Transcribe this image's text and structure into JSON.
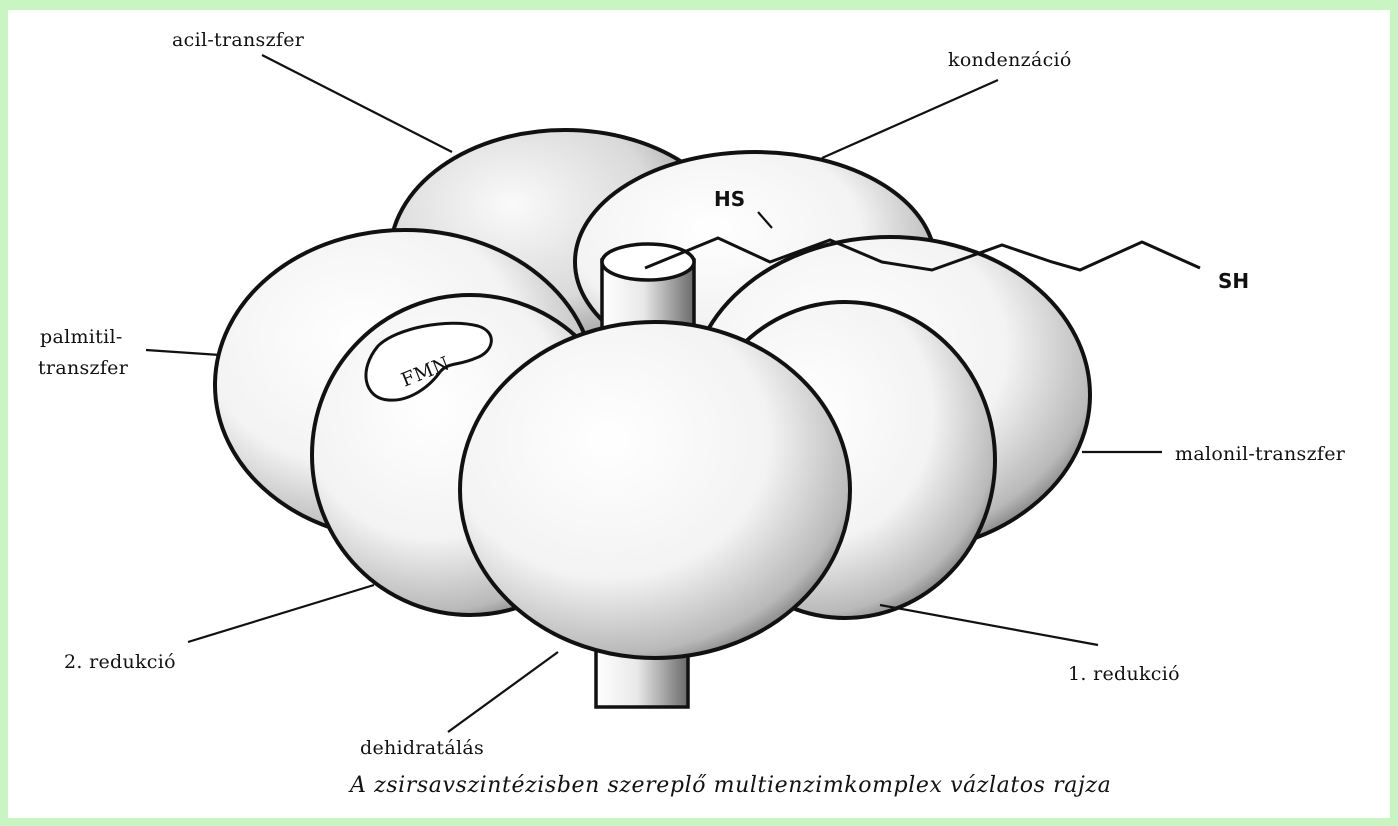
{
  "labels": {
    "acil_transzfer": "acil-transzfer",
    "kondenzacio": "kondenzáció",
    "palmitil_line1": "palmitil-",
    "palmitil_line2": "transzfer",
    "malonil_transzfer": "malonil-transzfer",
    "redukcio_2": "2. redukció",
    "redukcio_1": "1. redukció",
    "dehidratalas": "dehidratálás",
    "hs": "HS",
    "sh": "SH",
    "fmn": "FMN"
  },
  "caption": "A zsirsavszintézisben szereplő multienzimkomplex vázlatos rajza",
  "colors": {
    "frame": "#c9f5c3",
    "panel": "#ffffff",
    "ink": "#111111"
  }
}
